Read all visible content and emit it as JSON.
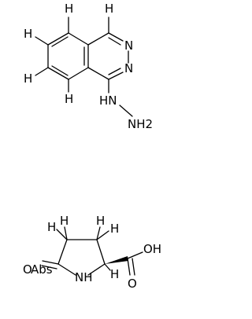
{
  "molecule_1": {
    "hydrogen_labels": [
      "H",
      "H",
      "H",
      "H",
      "H"
    ],
    "ring_nitrogen_1": "N",
    "ring_nitrogen_2": "N",
    "hydrazine_group": "HN",
    "hydrazine_terminal": "NH2"
  },
  "molecule_2": {
    "hydrogen_labels": [
      "H",
      "H",
      "H",
      "H",
      "H"
    ],
    "ring_nh": "NH",
    "carbonyl_oxygen": "O",
    "carboxyl_oxygen": "O",
    "hydroxyl": "OH",
    "abs_label": "Abs"
  }
}
